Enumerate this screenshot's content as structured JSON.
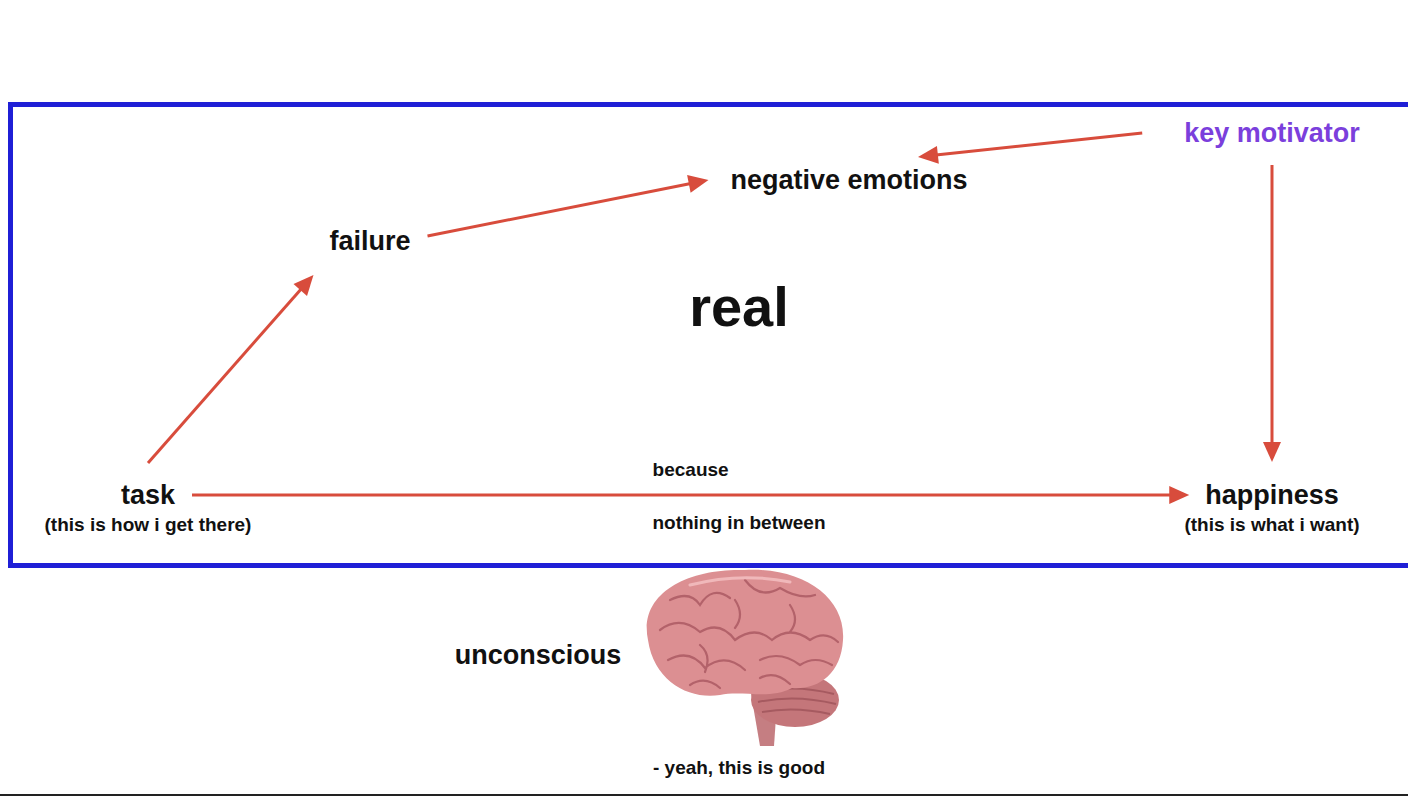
{
  "diagram": {
    "nodes": [
      {
        "text": [
          "real"
        ]
      },
      {
        "text": [
          "negative emotions"
        ],
        "in": 0
      },
      {
        "text": [
          "key motivator"
        ],
        "in": 0
      },
      {
        "text": [
          "failure"
        ],
        "in": 0
      },
      {
        "text": [
          "task",
          "(this is how i get there)"
        ],
        "in": 0
      },
      {
        "text": [
          "happiness",
          "(this is what i want)"
        ],
        "in": 0
      }
    ],
    "edges": [
      {
        "from": 4,
        "to": 3,
        "arrow": "to"
      },
      {
        "from": 3,
        "to": 1,
        "arrow": "to"
      },
      {
        "from": 2,
        "to": 1,
        "arrow": "to"
      },
      {
        "from": 2,
        "to": 5,
        "arrow": "to"
      },
      {
        "from": 4,
        "to": 5,
        "label": "because",
        "arrow": "to"
      }
    ],
    "labels": [
      "nothing in between",
      "unconscious",
      "- yeah, this is good"
    ]
  }
}
